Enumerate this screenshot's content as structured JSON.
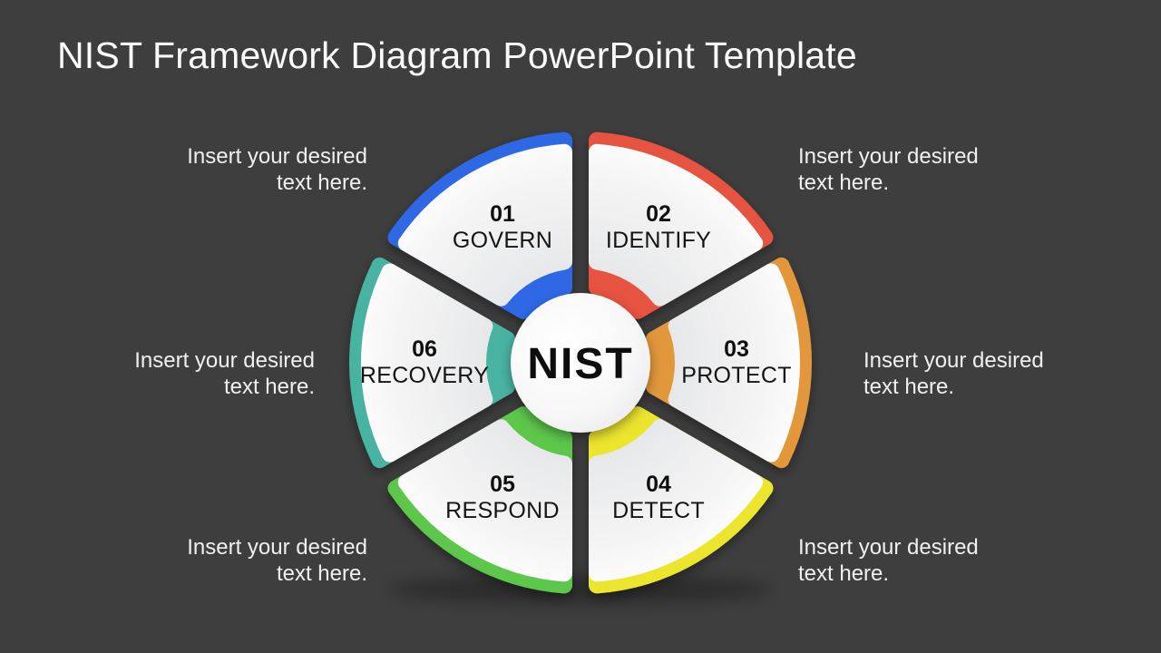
{
  "slide": {
    "title": "NIST Framework Diagram PowerPoint Template",
    "background_color": "#3e3e3e",
    "title_color": "#fafafa"
  },
  "diagram": {
    "type": "segmented-wheel",
    "center_label": "NIST",
    "center_label_color": "#0d0d0d",
    "petal_fill": "#f5f5f6",
    "petals": [
      {
        "number": "01",
        "label": "GOVERN",
        "color": "#2e68e5",
        "angle_start": -150,
        "angle_end": -90
      },
      {
        "number": "02",
        "label": "IDENTIFY",
        "color": "#e65340",
        "angle_start": -90,
        "angle_end": -30
      },
      {
        "number": "03",
        "label": "PROTECT",
        "color": "#e2973b",
        "angle_start": -30,
        "angle_end": 30
      },
      {
        "number": "04",
        "label": "DETECT",
        "color": "#ece52d",
        "angle_start": 30,
        "angle_end": 90
      },
      {
        "number": "05",
        "label": "RESPOND",
        "color": "#5bc74b",
        "angle_start": 90,
        "angle_end": 150
      },
      {
        "number": "06",
        "label": "RECOVERY",
        "color": "#49b3a2",
        "angle_start": 150,
        "angle_end": 210
      }
    ]
  },
  "placeholders": [
    {
      "position": "top-left",
      "line1": "Insert your desired",
      "line2": "text here."
    },
    {
      "position": "top-right",
      "line1": "Insert your desired",
      "line2": "text here."
    },
    {
      "position": "middle-left",
      "line1": "Insert your desired",
      "line2": "text here."
    },
    {
      "position": "middle-right",
      "line1": "Insert your desired",
      "line2": "text here."
    },
    {
      "position": "bottom-left",
      "line1": "Insert your desired",
      "line2": "text here."
    },
    {
      "position": "bottom-right",
      "line1": "Insert your desired",
      "line2": "text here."
    }
  ]
}
